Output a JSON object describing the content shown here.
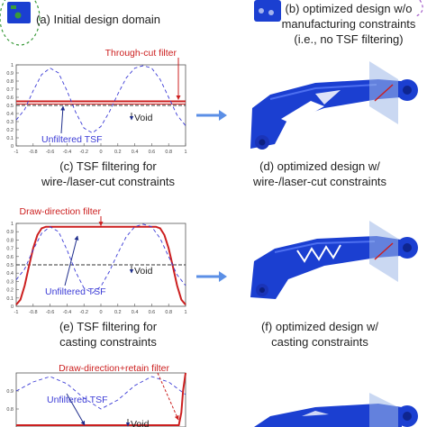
{
  "captions": {
    "a": "(a) Initial design domain",
    "b_line1": "(b) optimized design w/o",
    "b_line2": "manufacturing constraints",
    "b_line3": "(i.e., no TSF filtering)",
    "c_line1": "(c) TSF filtering for",
    "c_line2": "wire-/laser-cut constraints",
    "d_line1": "(d) optimized design w/",
    "d_line2": "wire-/laser-cut constraints",
    "e_line1": "(e) TSF filtering for",
    "e_line2": "casting constraints",
    "f_line1": "(f) optimized design w/",
    "f_line2": "casting constraints"
  },
  "colors": {
    "filter": "#cc1f1f",
    "unfiltered": "#3b3bd6",
    "part": "#1b3fd1",
    "arrow": "#5b8fe6",
    "void_line": "#333333",
    "plane": "#9fb8e8"
  },
  "chart_data": [
    {
      "type": "line",
      "panel": "c",
      "x_ticks": [
        "-1",
        "-0.8",
        "-0.6",
        "-0.4",
        "-0.2",
        "0",
        "0.2",
        "0.4",
        "0.6",
        "0.8",
        "1"
      ],
      "y_ticks": [
        "0",
        "0.1",
        "0.2",
        "0.3",
        "0.4",
        "0.5",
        "0.6",
        "0.7",
        "0.8",
        "0.9",
        "1"
      ],
      "xlim": [
        -1,
        1
      ],
      "ylim": [
        0,
        1
      ],
      "void_level": 0.5,
      "annotations": {
        "filter": "Through-cut filter",
        "unfiltered": "Unfiltered TSF",
        "void": "Void"
      },
      "series": [
        {
          "name": "Through-cut filter",
          "x": [
            -1,
            1
          ],
          "y": [
            0.55,
            0.55
          ]
        },
        {
          "name": "Unfiltered TSF",
          "x": [
            -1,
            -0.9,
            -0.8,
            -0.7,
            -0.6,
            -0.5,
            -0.4,
            -0.3,
            -0.2,
            -0.1,
            0,
            0.1,
            0.2,
            0.3,
            0.4,
            0.5,
            0.6,
            0.7,
            0.8,
            0.9,
            1
          ],
          "y": [
            0.32,
            0.45,
            0.68,
            0.88,
            0.96,
            0.9,
            0.68,
            0.42,
            0.22,
            0.16,
            0.24,
            0.42,
            0.64,
            0.84,
            0.96,
            0.99,
            0.96,
            0.82,
            0.6,
            0.38,
            0.25
          ]
        }
      ]
    },
    {
      "type": "line",
      "panel": "e",
      "x_ticks": [
        "-1",
        "-0.8",
        "-0.6",
        "-0.4",
        "-0.2",
        "0",
        "0.2",
        "0.4",
        "0.6",
        "0.8",
        "1"
      ],
      "y_ticks": [
        "0",
        "0.1",
        "0.2",
        "0.3",
        "0.4",
        "0.5",
        "0.6",
        "0.7",
        "0.8",
        "0.9",
        "1"
      ],
      "xlim": [
        -1,
        1
      ],
      "ylim": [
        0,
        1
      ],
      "void_level": 0.5,
      "annotations": {
        "filter": "Draw-direction filter",
        "unfiltered": "Unfiltered TSF",
        "void": "Void"
      },
      "series": [
        {
          "name": "Draw-direction filter",
          "x": [
            -1,
            -0.95,
            -0.9,
            -0.85,
            -0.8,
            -0.75,
            -0.7,
            -0.65,
            -0.6,
            0.6,
            0.65,
            0.7,
            0.75,
            0.8,
            0.85,
            0.9,
            0.95,
            1
          ],
          "y": [
            0.02,
            0.08,
            0.25,
            0.48,
            0.7,
            0.86,
            0.94,
            0.96,
            0.96,
            0.96,
            0.96,
            0.94,
            0.86,
            0.7,
            0.48,
            0.25,
            0.08,
            0.02
          ]
        },
        {
          "name": "Unfiltered TSF",
          "x": [
            -1,
            -0.9,
            -0.8,
            -0.7,
            -0.6,
            -0.5,
            -0.4,
            -0.3,
            -0.2,
            -0.1,
            0,
            0.1,
            0.2,
            0.3,
            0.4,
            0.5,
            0.6,
            0.7,
            0.8,
            0.9,
            1
          ],
          "y": [
            0.32,
            0.45,
            0.68,
            0.88,
            0.96,
            0.9,
            0.68,
            0.42,
            0.22,
            0.16,
            0.24,
            0.42,
            0.64,
            0.84,
            0.96,
            0.99,
            0.96,
            0.82,
            0.6,
            0.38,
            0.25
          ]
        }
      ]
    },
    {
      "type": "line",
      "panel": "g",
      "y_ticks": [
        "0.9",
        "0.8"
      ],
      "xlim": [
        -1,
        1
      ],
      "ylim": [
        0.7,
        1
      ],
      "annotations": {
        "filter": "Draw-direction+retain filter",
        "unfiltered": "Unfiltered TSF",
        "void": "Void"
      },
      "series": [
        {
          "name": "Draw-direction+retain filter",
          "x": [
            -1,
            0.92,
            0.95,
            0.97,
            1
          ],
          "y": [
            0.71,
            0.71,
            0.78,
            0.9,
            1.0
          ]
        },
        {
          "name": "Unfiltered TSF",
          "x": [
            -1,
            -0.8,
            -0.6,
            -0.4,
            -0.2,
            0,
            0.2,
            0.4,
            0.6,
            0.8,
            1
          ],
          "y": [
            0.9,
            0.95,
            0.98,
            0.94,
            0.86,
            0.8,
            0.85,
            0.93,
            0.98,
            0.95,
            0.88
          ]
        }
      ]
    }
  ]
}
